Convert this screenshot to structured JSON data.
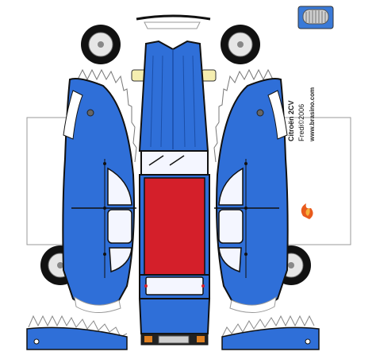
{
  "credits": {
    "model_name": "Citroën 2CV",
    "author": "Fredi©2006",
    "website": "www.brasino.com"
  },
  "colors": {
    "body_blue": "#2f6fd8",
    "body_blue_dark": "#1c4fa8",
    "roof_red": "#d41f2a",
    "window_white": "#f4f6ff",
    "outline": "#101010",
    "tab_white": "#ffffff",
    "wheel_grey": "#8a8a8a",
    "headlight_yellow": "#f5eeb0"
  },
  "parts": {
    "grille": "front-grille",
    "roof": "roof-panel",
    "left_side": "left-side-panel",
    "right_side": "right-side-panel",
    "wheels": [
      "front-left-wheel",
      "front-right-wheel",
      "rear-left-wheel",
      "rear-right-wheel"
    ],
    "fenders": [
      "rear-left-fender",
      "rear-right-fender"
    ]
  }
}
